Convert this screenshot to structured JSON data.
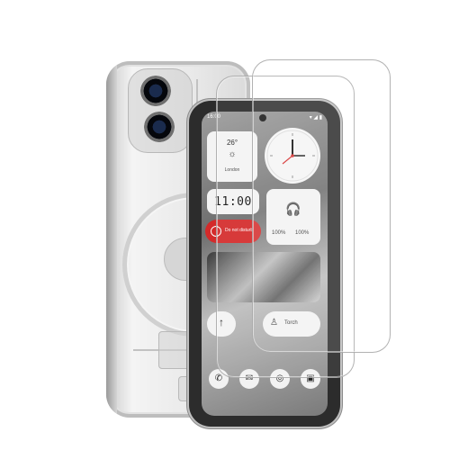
{
  "screen": {
    "status_time": "16:00",
    "status_icons": "▾ ◢ ▮",
    "weather": {
      "temp": "26°",
      "icon": "☼",
      "city": "London"
    },
    "clock_time": "11:00",
    "dnd_label": "Do not disturb",
    "buds": {
      "icon": "🎧",
      "left_pct": "100%",
      "right_pct": "100%"
    },
    "torch_label": "Torch",
    "arrow_icon": "↑",
    "torch_icon": "♙",
    "dock": [
      "✆",
      "✉",
      "◎",
      "▣"
    ]
  },
  "colors": {
    "accent": "#d42a2a",
    "widget_bg": "#f3f3f3",
    "frame": "#2c2c2c"
  }
}
